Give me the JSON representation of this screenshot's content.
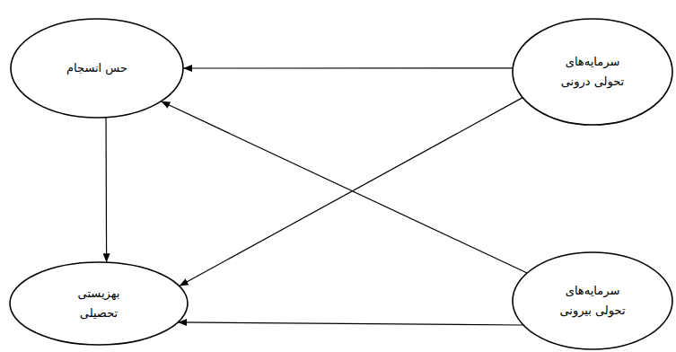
{
  "diagram": {
    "nodes": [
      {
        "text": [
          "سرمایه‌های تحولی درونی"
        ]
      },
      {
        "text": [
          "حس انسجام"
        ]
      },
      {
        "text": [
          "سرمایه‌های تحولی بیرونی"
        ]
      },
      {
        "text": [
          "بهزیستی تحصیلی"
        ]
      }
    ],
    "edges": [
      {
        "from": 0,
        "to": 1,
        "arrow": "to"
      },
      {
        "from": 0,
        "to": 3,
        "arrow": "to"
      },
      {
        "from": 2,
        "to": 1,
        "arrow": "to"
      },
      {
        "from": 2,
        "to": 3,
        "arrow": "to"
      },
      {
        "from": 1,
        "to": 3,
        "arrow": "to"
      }
    ]
  }
}
